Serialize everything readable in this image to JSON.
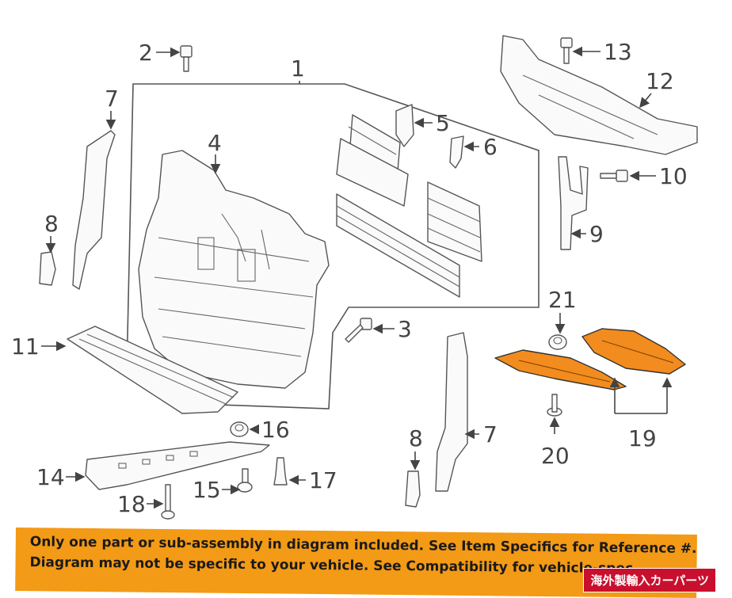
{
  "callouts": {
    "c1": "1",
    "c2": "2",
    "c3": "3",
    "c4": "4",
    "c5": "5",
    "c6": "6",
    "c7a": "7",
    "c7b": "7",
    "c8a": "8",
    "c8b": "8",
    "c9": "9",
    "c10": "10",
    "c11": "11",
    "c12": "12",
    "c13": "13",
    "c14": "14",
    "c15": "15",
    "c16": "16",
    "c17": "17",
    "c18": "18",
    "c19": "19",
    "c20": "20",
    "c21": "21"
  },
  "banner": {
    "line1": "Only one part or sub-assembly in diagram included. See Item Specifics for Reference #.",
    "line2": "Diagram may not be specific to your vehicle. See Compatibility for vehicle-spec"
  },
  "watermark": "海外製輸入カーパーツ",
  "colors": {
    "highlight": "#f28c1e",
    "banner": "#f39a16",
    "watermark_bg": "#c8102e"
  }
}
